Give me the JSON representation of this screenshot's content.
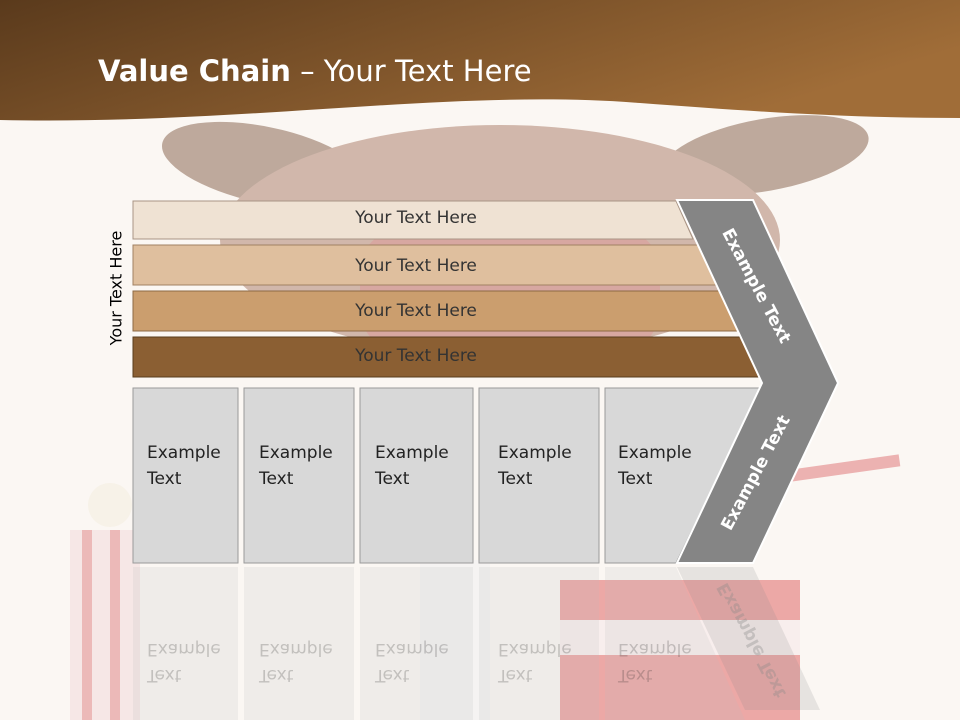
{
  "slide": {
    "title_bold": "Value Chain",
    "title_rest": " – Your Text Here",
    "vertical_label": "Your Text Here"
  },
  "support_activities": [
    {
      "label": "Your Text Here",
      "color": "#efe2d3"
    },
    {
      "label": "Your Text Here",
      "color": "#dfbf9e"
    },
    {
      "label": "Your Text Here",
      "color": "#cb9e6e"
    },
    {
      "label": "Your Text Here",
      "color": "#8b5f33"
    }
  ],
  "primary_activities": [
    {
      "line1": "Example",
      "line2": "Text"
    },
    {
      "line1": "Example",
      "line2": "Text"
    },
    {
      "line1": "Example",
      "line2": "Text"
    },
    {
      "line1": "Example",
      "line2": "Text"
    },
    {
      "line1": "Example",
      "line2": "Text"
    }
  ],
  "margin_chevron": {
    "upper_label": "Example Text",
    "lower_label": "Example Text",
    "color": "#858585"
  },
  "colors": {
    "header_dark": "#5c3d1e",
    "header_light": "#a06d38",
    "box_fill": "#d8d8d8",
    "box_stroke": "#9a9a9a"
  }
}
